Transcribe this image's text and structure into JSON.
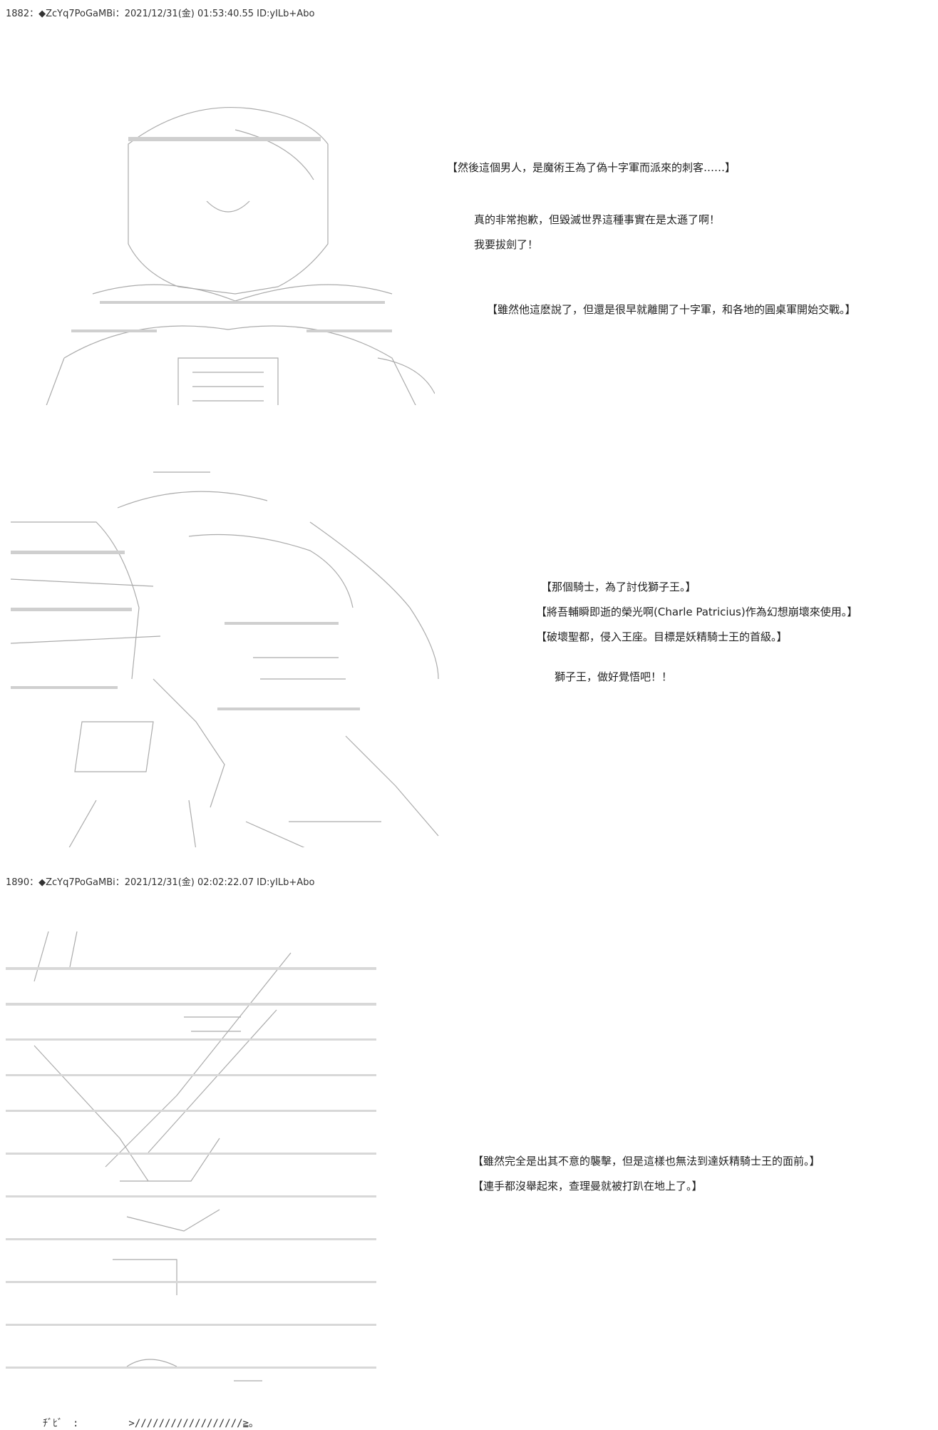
{
  "posts": [
    {
      "header": {
        "number": "1882",
        "sep": "：",
        "name": "◆ZcYq7PoGaMBi",
        "sep2": "：",
        "datetime": "2021/12/31(金) 01:53:40.55",
        "id": "ID:yILb+Abo"
      },
      "lines": [
        "【然後這個男人，是魔術王為了偽十字軍而派來的刺客……】",
        "真的非常抱歉，但毀滅世界這種事實在是太遜了啊！",
        "我要拔劍了！",
        "【雖然他這麽說了，但還是很早就離開了十字軍，和各地的圓桌軍開始交戰。】",
        "【那個騎士，為了討伐獅子王。】",
        "【將吾輔瞬即逝的榮光啊(Charle Patricius)作為幻想崩壞來使用。】",
        "【破壞聖都，侵入王座。目標是妖精騎士王的首級。】",
        "獅子王，做好覺悟吧！！"
      ]
    },
    {
      "header": {
        "number": "1890",
        "sep": "：",
        "name": "◆ZcYq7PoGaMBi",
        "sep2": "：",
        "datetime": "2021/12/31(金) 02:02:22.07",
        "id": "ID:yILb+Abo"
      },
      "lines": [
        "【雖然完全是出其不意的襲擊，但是這樣也無法到達妖精騎士王的面前。】",
        "【連手都沒舉起來，查理曼就被打趴在地上了。】"
      ]
    }
  ],
  "bottom_fragment": "ﾁﾞﾋﾞ　:　　　　　>//////////////////≧。"
}
